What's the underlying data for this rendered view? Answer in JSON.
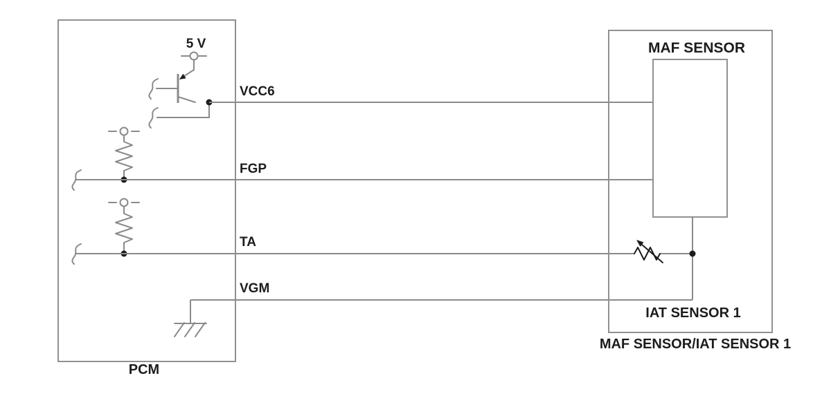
{
  "diagram": {
    "pcm": {
      "label": "PCM",
      "supply_label": "5 V",
      "pins": {
        "vcc6": "VCC6",
        "fgp": "FGP",
        "ta": "TA",
        "vgm": "VGM"
      },
      "components": {
        "transistor": "power-transistor",
        "fgp_resistor": "pull-up-resistor",
        "ta_resistor": "pull-up-resistor",
        "ground": "chassis-ground",
        "supply_terminal": "5v-supply-terminal",
        "break_marks": "circuit-continuation-break"
      }
    },
    "sensor": {
      "title": "MAF SENSOR",
      "iat_label": "IAT SENSOR 1",
      "caption": "MAF SENSOR/IAT SENSOR 1",
      "components": {
        "maf_element": "maf-sensor-element-box",
        "thermistor": "iat-thermistor-variable-resistor"
      }
    }
  },
  "colors": {
    "wire": "#8a8a8a",
    "box_border": "#909090",
    "ink": "#1c1c1c",
    "background": "#ffffff"
  }
}
